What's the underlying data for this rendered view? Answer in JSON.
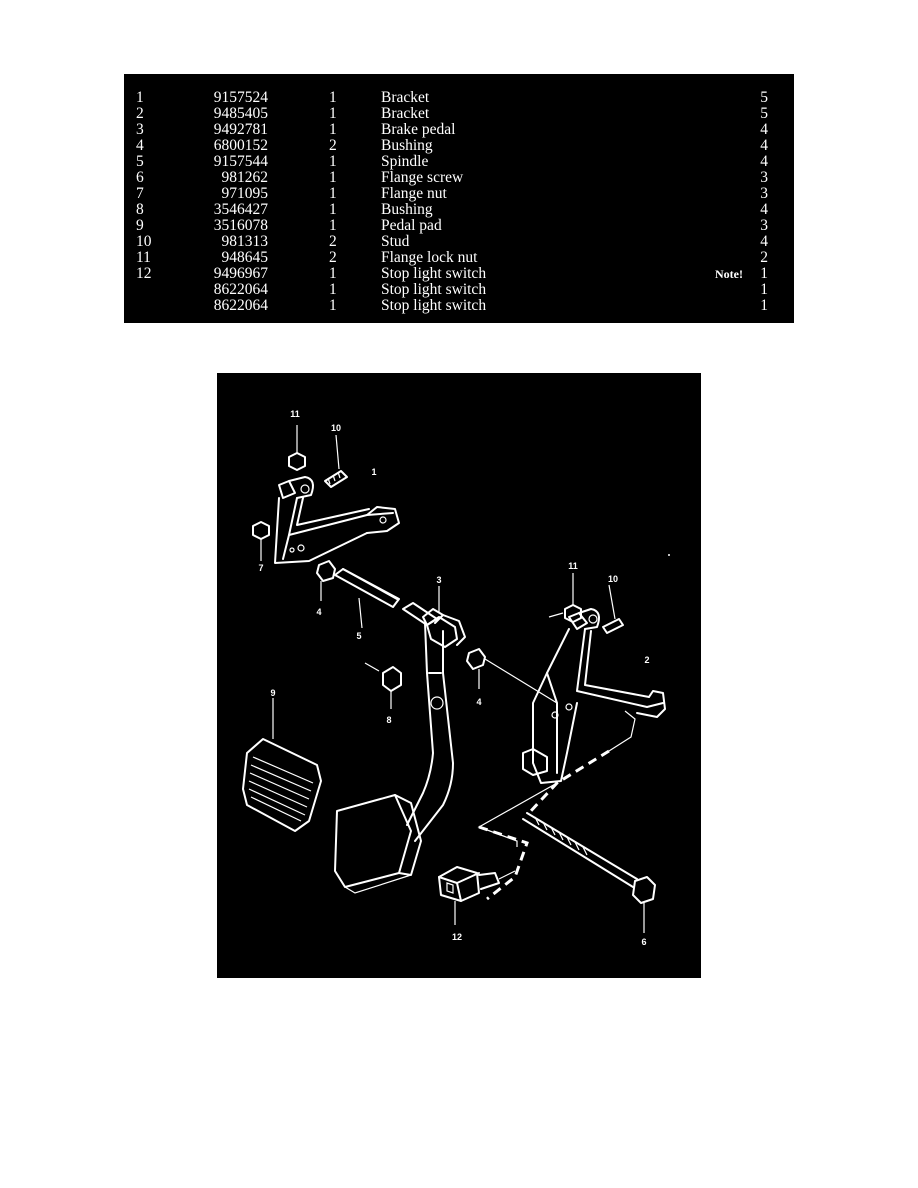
{
  "parts_list": {
    "rows": [
      {
        "item": "1",
        "part_no": "9157524",
        "qty": "1",
        "description": "Bracket",
        "note": "",
        "page": "5"
      },
      {
        "item": "2",
        "part_no": "9485405",
        "qty": "1",
        "description": "Bracket",
        "note": "",
        "page": "5"
      },
      {
        "item": "3",
        "part_no": "9492781",
        "qty": "1",
        "description": "Brake pedal",
        "note": "",
        "page": "4"
      },
      {
        "item": "4",
        "part_no": "6800152",
        "qty": "2",
        "description": "Bushing",
        "note": "",
        "page": "4"
      },
      {
        "item": "5",
        "part_no": "9157544",
        "qty": "1",
        "description": "Spindle",
        "note": "",
        "page": "4"
      },
      {
        "item": "6",
        "part_no": "981262",
        "qty": "1",
        "description": "Flange screw",
        "note": "",
        "page": "3"
      },
      {
        "item": "7",
        "part_no": "971095",
        "qty": "1",
        "description": "Flange nut",
        "note": "",
        "page": "3"
      },
      {
        "item": "8",
        "part_no": "3546427",
        "qty": "1",
        "description": "Bushing",
        "note": "",
        "page": "4"
      },
      {
        "item": "9",
        "part_no": "3516078",
        "qty": "1",
        "description": "Pedal pad",
        "note": "",
        "page": "3"
      },
      {
        "item": "10",
        "part_no": "981313",
        "qty": "2",
        "description": "Stud",
        "note": "",
        "page": "4"
      },
      {
        "item": "11",
        "part_no": "948645",
        "qty": "2",
        "description": "Flange lock nut",
        "note": "",
        "page": "2"
      },
      {
        "item": "12",
        "part_no": "9496967",
        "qty": "1",
        "description": "Stop light switch",
        "note": "Note!",
        "page": "1"
      },
      {
        "item": "",
        "part_no": "8622064",
        "qty": "1",
        "description": "Stop light switch",
        "note": "",
        "page": "1"
      },
      {
        "item": "",
        "part_no": "8622064",
        "qty": "1",
        "description": "Stop light switch",
        "note": "",
        "page": "1"
      }
    ]
  },
  "diagram": {
    "callouts": {
      "c11a": "11",
      "c10a": "10",
      "c1": "1",
      "c7": "7",
      "c4a": "4",
      "c5": "5",
      "c3": "3",
      "c11b": "11",
      "c10b": "10",
      "c2": "2",
      "c8": "8",
      "c4b": "4",
      "c9": "9",
      "c12": "12",
      "c6": "6"
    }
  }
}
